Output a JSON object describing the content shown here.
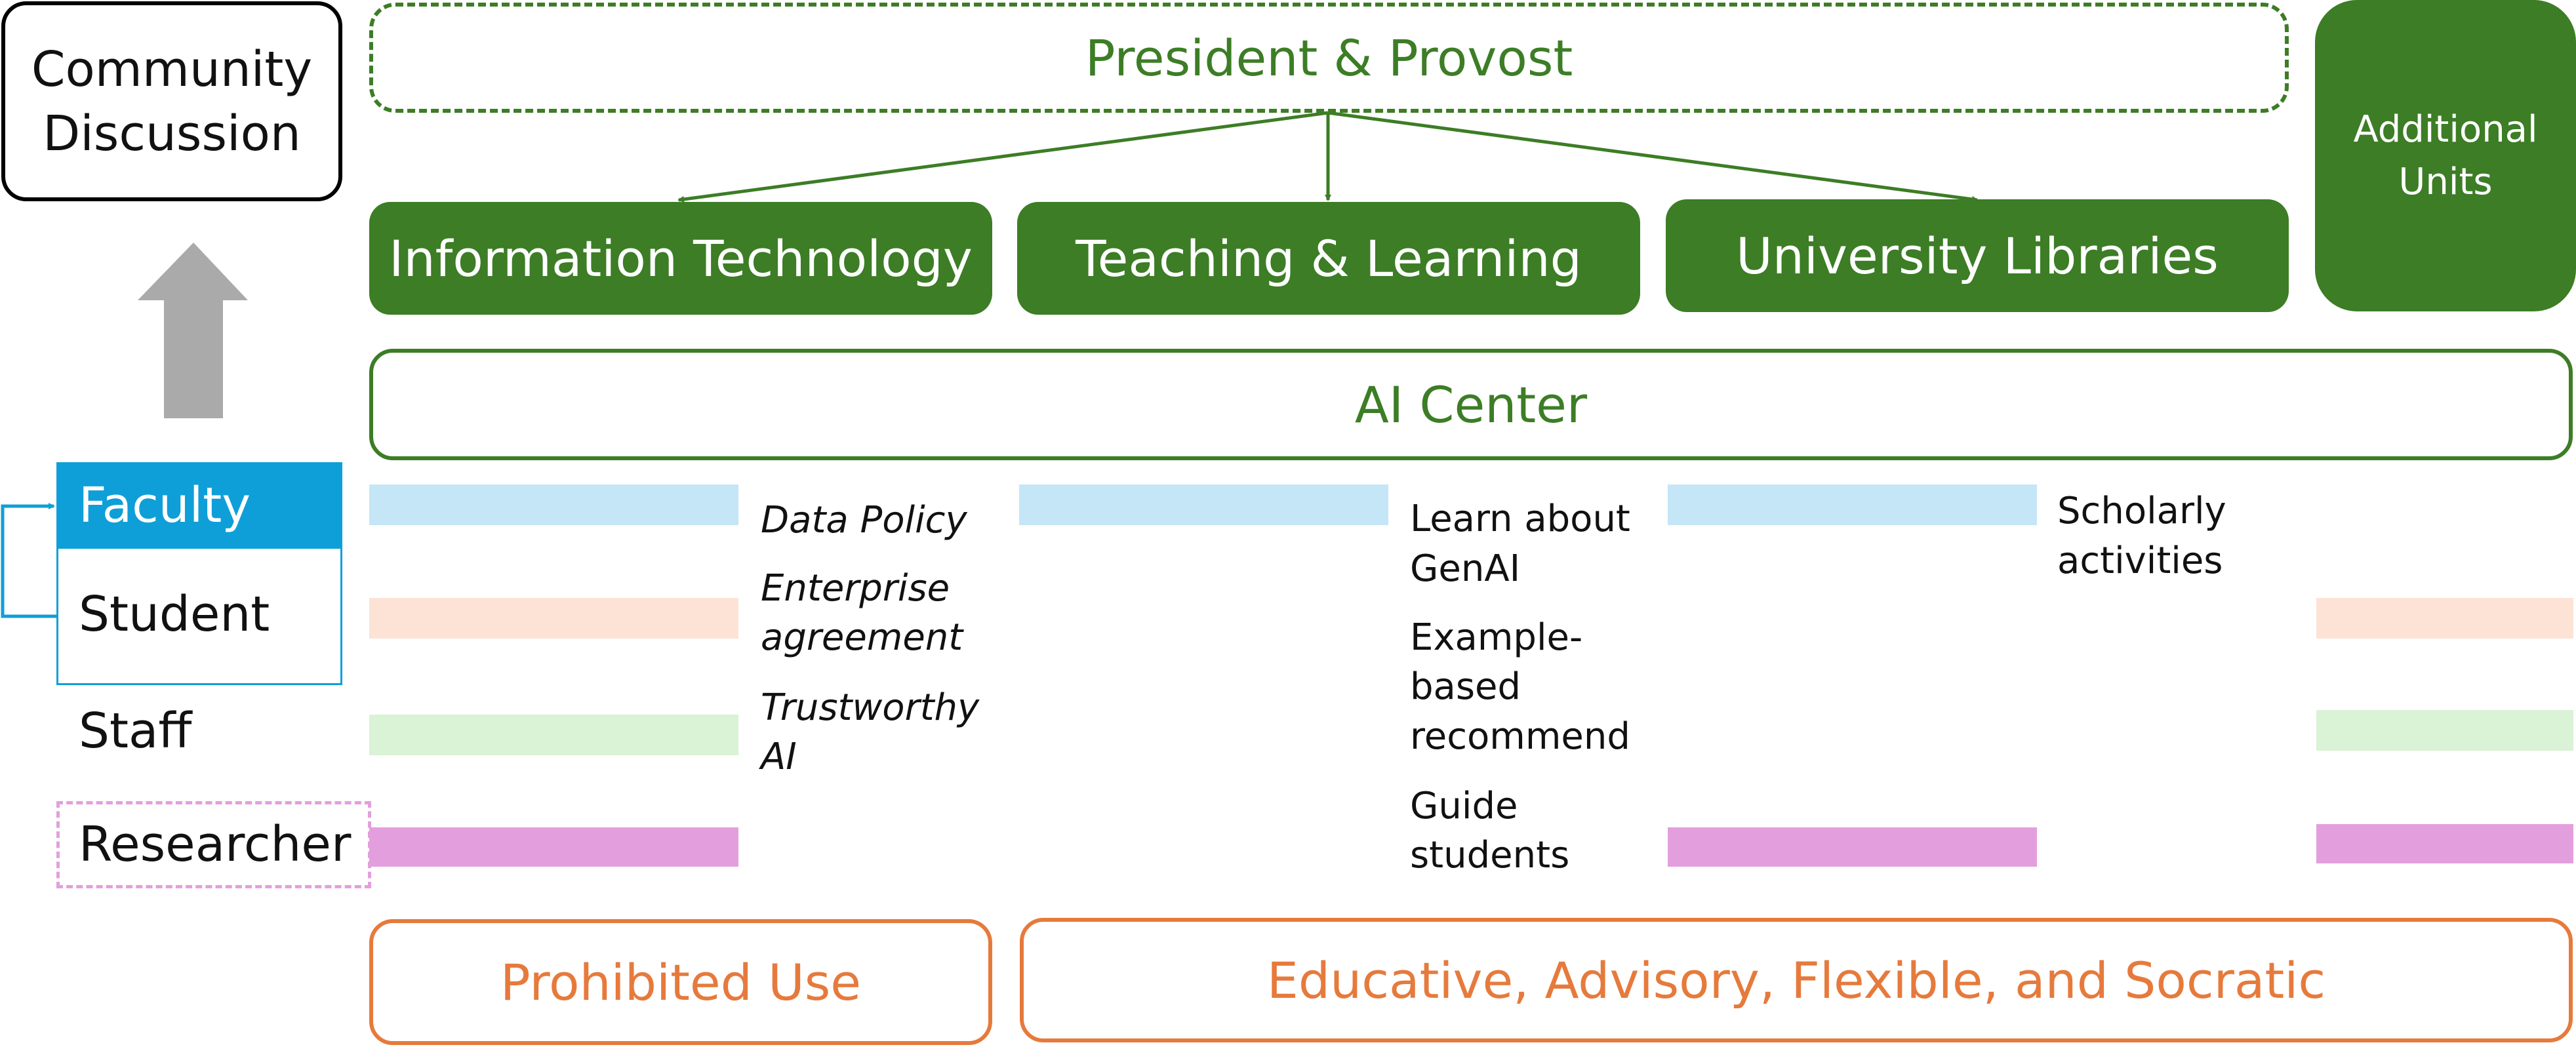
{
  "community": {
    "line1": "Community",
    "line2": "Discussion"
  },
  "top": {
    "title": "President & Provost"
  },
  "units": [
    {
      "label": "Information Technology"
    },
    {
      "label": "Teaching & Learning"
    },
    {
      "label": "University Libraries"
    }
  ],
  "additional": {
    "line1": "Additional",
    "line2": "Units"
  },
  "ai_center": {
    "label": "AI Center"
  },
  "roles": {
    "faculty": "Faculty",
    "student": "Student",
    "staff": "Staff",
    "researcher": "Researcher"
  },
  "it_labels": {
    "l1": "Data Policy",
    "l2": "Enterprise",
    "l3": "agreement",
    "l4": "Trustworthy",
    "l5": "AI"
  },
  "tl_labels": {
    "l1": "Learn about",
    "l2": "GenAI",
    "l3": "Example-",
    "l4": "based",
    "l5": "recommend",
    "l6": "Guide",
    "l7": "students"
  },
  "lib_labels": {
    "l1": "Scholarly",
    "l2": "activities"
  },
  "bottom": {
    "left": "Prohibited Use",
    "right": "Educative, Advisory, Flexible, and Socratic"
  },
  "colors": {
    "green": "#3c7d25",
    "orange": "#e67a3c",
    "faculty_blue": "#0f9fd8",
    "bar_blue": "#c4e6f6",
    "bar_peach": "#fce3d6",
    "bar_green": "#daf2d5",
    "bar_magenta": "#e39fdd",
    "arrow_gray": "#aaaaaa"
  }
}
